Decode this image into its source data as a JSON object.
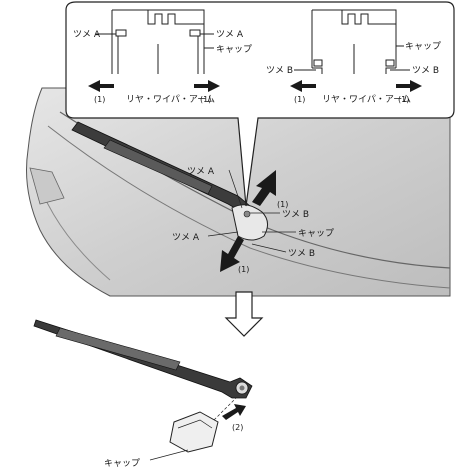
{
  "callout": {
    "left": {
      "tab_top_left": "ツメ A",
      "tab_top_right": "ツメ A",
      "cap": "キャップ",
      "arm": "リヤ・ワイパ・アーム",
      "arrow_left": "(1)",
      "arrow_right": "(1)"
    },
    "right": {
      "tab_bottom_left": "ツメ B",
      "tab_bottom_right": "ツメ B",
      "cap": "キャップ",
      "arm": "リヤ・ワイパ・アーム",
      "arrow_left": "(1)",
      "arrow_right": "(1)"
    }
  },
  "vehicle": {
    "tab_a_upper": "ツメ A",
    "tab_a_lower": "ツメ A",
    "tab_b_upper": "ツメ B",
    "tab_b_lower": "ツメ B",
    "cap": "キャップ",
    "arrow_up": "(1)",
    "arrow_down": "(1)"
  },
  "removed": {
    "step": "(2)",
    "cap": "キャップ"
  }
}
